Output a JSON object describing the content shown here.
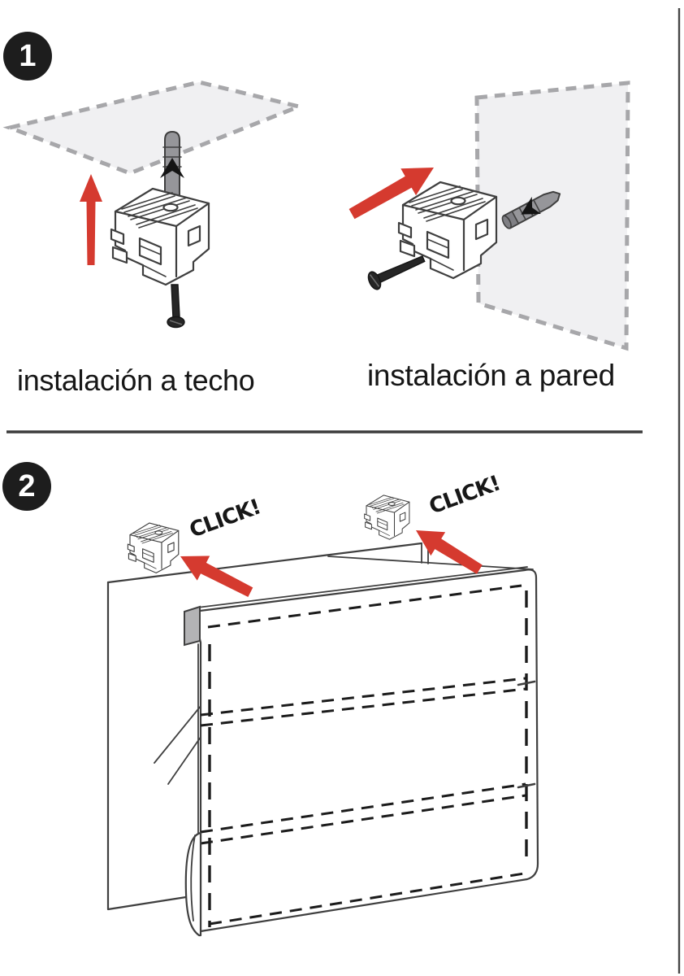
{
  "step1": {
    "badge": "1",
    "captions": {
      "ceiling": "instalación a techo",
      "wall": "instalación a pared"
    }
  },
  "step2": {
    "badge": "2",
    "click_labels": [
      "CLICK!",
      "CLICK!"
    ]
  },
  "icons": {
    "step1_left": "bracket-with-wall-plug-and-screw-ceiling-icon",
    "step1_right": "bracket-with-wall-plug-and-screw-wall-icon",
    "step2": "roman-blind-click-into-brackets-icon",
    "arrow": "red-direction-arrow-icon"
  },
  "colors": {
    "accent_red": "#d53a2f",
    "line_dark": "#3f3f3f",
    "dash_gray": "#a7a7aa",
    "plane_fill": "#f0f0f2",
    "badge_bg": "#1d1d1d",
    "badge_fg": "#ffffff",
    "plug_gray": "#96969a",
    "plug_dark": "#7f7f84",
    "cap_gray": "#b3b3b5",
    "screw_dark": "#262626",
    "stitch_dark": "#1b1b1b",
    "text_color": "#161616"
  }
}
